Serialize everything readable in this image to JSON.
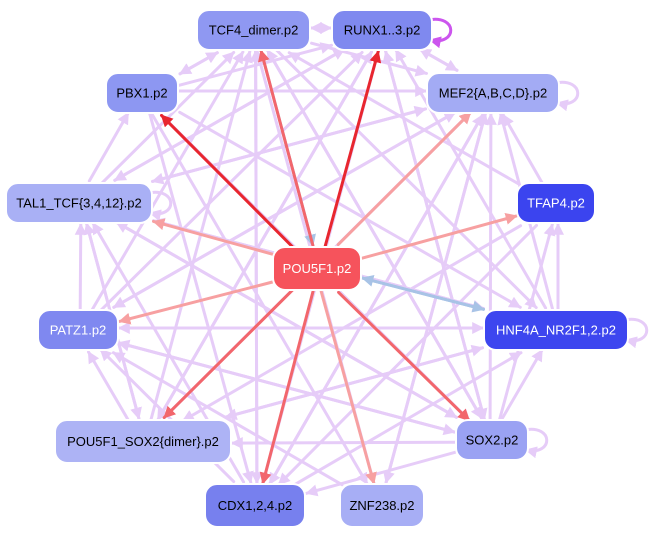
{
  "graph": {
    "nodes": [
      {
        "id": "tcf4",
        "label": "TCF4_dimer.p2",
        "fill": "#8f98f2",
        "text": "#000000"
      },
      {
        "id": "runx",
        "label": "RUNX1..3.p2",
        "fill": "#7f89ef",
        "text": "#000000"
      },
      {
        "id": "pbx1",
        "label": "PBX1.p2",
        "fill": "#8d97f2",
        "text": "#000000"
      },
      {
        "id": "mef2",
        "label": "MEF2{A,B,C,D}.p2",
        "fill": "#a3abf4",
        "text": "#000000"
      },
      {
        "id": "tal1",
        "label": "TAL1_TCF{3,4,12}.p2",
        "fill": "#a9b0f5",
        "text": "#000000"
      },
      {
        "id": "tfap4",
        "label": "TFAP4.p2",
        "fill": "#3b44ef",
        "text": "#ffffff"
      },
      {
        "id": "pou5f1",
        "label": "POU5F1.p2",
        "fill": "#f6535c",
        "text": "#ffffff"
      },
      {
        "id": "patz1",
        "label": "PATZ1.p2",
        "fill": "#7f88f0",
        "text": "#ffffff"
      },
      {
        "id": "hnf4a",
        "label": "HNF4A_NR2F1,2.p2",
        "fill": "#3d46ef",
        "text": "#ffffff"
      },
      {
        "id": "pou5f1sox2",
        "label": "POU5F1_SOX2{dimer}.p2",
        "fill": "#adb3f5",
        "text": "#000000"
      },
      {
        "id": "sox2",
        "label": "SOX2.p2",
        "fill": "#9aa2f3",
        "text": "#000000"
      },
      {
        "id": "cdx",
        "label": "CDX1,2,4.p2",
        "fill": "#7780ee",
        "text": "#000000"
      },
      {
        "id": "znf238",
        "label": "ZNF238.p2",
        "fill": "#a7aef5",
        "text": "#000000"
      }
    ],
    "edges": [
      {
        "from": "pou5f1",
        "to": "pbx1",
        "type": "strong-red"
      },
      {
        "from": "pou5f1",
        "to": "runx",
        "type": "strong-red"
      },
      {
        "from": "pou5f1",
        "to": "tcf4",
        "type": "red"
      },
      {
        "from": "pou5f1",
        "to": "mef2",
        "type": "salmon"
      },
      {
        "from": "pou5f1",
        "to": "tfap4",
        "type": "salmon"
      },
      {
        "from": "pou5f1",
        "to": "tal1",
        "type": "salmon"
      },
      {
        "from": "pou5f1",
        "to": "patz1",
        "type": "salmon"
      },
      {
        "from": "pou5f1",
        "to": "pou5f1sox2",
        "type": "red"
      },
      {
        "from": "pou5f1",
        "to": "cdx",
        "type": "red"
      },
      {
        "from": "pou5f1",
        "to": "znf238",
        "type": "salmon"
      },
      {
        "from": "pou5f1",
        "to": "sox2",
        "type": "red"
      },
      {
        "from": "pou5f1",
        "to": "hnf4a",
        "type": "blue"
      },
      {
        "from": "hnf4a",
        "to": "pou5f1",
        "type": "blue"
      },
      {
        "from": "tcf4",
        "to": "pou5f1",
        "type": "blue"
      },
      {
        "from": "runx",
        "to": "runx",
        "type": "self-purple"
      },
      {
        "from": "mef2",
        "to": "mef2",
        "type": "self"
      },
      {
        "from": "tal1",
        "to": "tal1",
        "type": "self"
      },
      {
        "from": "hnf4a",
        "to": "hnf4a",
        "type": "self"
      },
      {
        "from": "sox2",
        "to": "sox2",
        "type": "self"
      },
      {
        "from": "tcf4",
        "to": "runx",
        "type": "lavender"
      },
      {
        "from": "runx",
        "to": "tcf4",
        "type": "lavender"
      },
      {
        "from": "runx",
        "to": "mef2",
        "type": "lavender"
      },
      {
        "from": "mef2",
        "to": "runx",
        "type": "lavender"
      },
      {
        "from": "pbx1",
        "to": "tcf4",
        "type": "lavender"
      },
      {
        "from": "tcf4",
        "to": "pbx1",
        "type": "lavender"
      },
      {
        "from": "pbx1",
        "to": "runx",
        "type": "lavender"
      },
      {
        "from": "pbx1",
        "to": "mef2",
        "type": "lavender"
      },
      {
        "from": "tcf4",
        "to": "mef2",
        "type": "lavender"
      },
      {
        "from": "tal1",
        "to": "pbx1",
        "type": "lavender"
      },
      {
        "from": "tal1",
        "to": "tcf4",
        "type": "lavender"
      },
      {
        "from": "tal1",
        "to": "runx",
        "type": "lavender"
      },
      {
        "from": "tal1",
        "to": "mef2",
        "type": "lavender"
      },
      {
        "from": "patz1",
        "to": "tal1",
        "type": "lavender"
      },
      {
        "from": "patz1",
        "to": "tcf4",
        "type": "lavender"
      },
      {
        "from": "patz1",
        "to": "runx",
        "type": "lavender"
      },
      {
        "from": "patz1",
        "to": "mef2",
        "type": "lavender"
      },
      {
        "from": "tfap4",
        "to": "mef2",
        "type": "lavender"
      },
      {
        "from": "tfap4",
        "to": "tcf4",
        "type": "lavender"
      },
      {
        "from": "hnf4a",
        "to": "mef2",
        "type": "lavender"
      },
      {
        "from": "hnf4a",
        "to": "tfap4",
        "type": "lavender"
      },
      {
        "from": "hnf4a",
        "to": "patz1",
        "type": "lavender"
      },
      {
        "from": "hnf4a",
        "to": "runx",
        "type": "lavender"
      },
      {
        "from": "hnf4a",
        "to": "tal1",
        "type": "lavender"
      },
      {
        "from": "hnf4a",
        "to": "pou5f1sox2",
        "type": "lavender"
      },
      {
        "from": "pbx1",
        "to": "hnf4a",
        "type": "lavender"
      },
      {
        "from": "pbx1",
        "to": "sox2",
        "type": "lavender"
      },
      {
        "from": "sox2",
        "to": "hnf4a",
        "type": "lavender"
      },
      {
        "from": "sox2",
        "to": "tfap4",
        "type": "lavender"
      },
      {
        "from": "sox2",
        "to": "mef2",
        "type": "lavender"
      },
      {
        "from": "sox2",
        "to": "runx",
        "type": "lavender"
      },
      {
        "from": "sox2",
        "to": "tcf4",
        "type": "lavender"
      },
      {
        "from": "sox2",
        "to": "pbx1",
        "type": "lavender"
      },
      {
        "from": "sox2",
        "to": "tal1",
        "type": "lavender"
      },
      {
        "from": "sox2",
        "to": "patz1",
        "type": "lavender"
      },
      {
        "from": "sox2",
        "to": "pou5f1sox2",
        "type": "lavender"
      },
      {
        "from": "sox2",
        "to": "cdx",
        "type": "lavender"
      },
      {
        "from": "pou5f1sox2",
        "to": "tcf4",
        "type": "lavender"
      },
      {
        "from": "pou5f1sox2",
        "to": "runx",
        "type": "lavender"
      },
      {
        "from": "pou5f1sox2",
        "to": "mef2",
        "type": "lavender"
      },
      {
        "from": "pou5f1sox2",
        "to": "tal1",
        "type": "lavender"
      },
      {
        "from": "pou5f1sox2",
        "to": "hnf4a",
        "type": "lavender"
      },
      {
        "from": "pou5f1sox2",
        "to": "patz1",
        "type": "lavender"
      },
      {
        "from": "cdx",
        "to": "tcf4",
        "type": "lavender"
      },
      {
        "from": "cdx",
        "to": "runx",
        "type": "lavender"
      },
      {
        "from": "cdx",
        "to": "mef2",
        "type": "lavender"
      },
      {
        "from": "cdx",
        "to": "tal1",
        "type": "lavender"
      },
      {
        "from": "cdx",
        "to": "hnf4a",
        "type": "lavender"
      },
      {
        "from": "cdx",
        "to": "patz1",
        "type": "lavender"
      },
      {
        "from": "znf238",
        "to": "mef2",
        "type": "lavender"
      },
      {
        "from": "znf238",
        "to": "tcf4",
        "type": "lavender"
      },
      {
        "from": "znf238",
        "to": "patz1",
        "type": "lavender"
      },
      {
        "from": "mef2",
        "to": "pou5f1sox2",
        "type": "lavender"
      },
      {
        "from": "mef2",
        "to": "cdx",
        "type": "lavender"
      },
      {
        "from": "mef2",
        "to": "znf238",
        "type": "lavender"
      },
      {
        "from": "mef2",
        "to": "tal1",
        "type": "lavender"
      },
      {
        "from": "mef2",
        "to": "patz1",
        "type": "lavender"
      },
      {
        "from": "runx",
        "to": "pou5f1sox2",
        "type": "lavender"
      },
      {
        "from": "runx",
        "to": "sox2",
        "type": "lavender"
      },
      {
        "from": "runx",
        "to": "tal1",
        "type": "lavender"
      },
      {
        "from": "tcf4",
        "to": "sox2",
        "type": "lavender"
      },
      {
        "from": "tcf4",
        "to": "cdx",
        "type": "lavender"
      },
      {
        "from": "tcf4",
        "to": "hnf4a",
        "type": "lavender"
      },
      {
        "from": "tal1",
        "to": "hnf4a",
        "type": "lavender"
      },
      {
        "from": "tal1",
        "to": "sox2",
        "type": "lavender"
      },
      {
        "from": "tal1",
        "to": "pou5f1sox2",
        "type": "lavender"
      },
      {
        "from": "patz1",
        "to": "hnf4a",
        "type": "lavender"
      },
      {
        "from": "patz1",
        "to": "sox2",
        "type": "lavender"
      },
      {
        "from": "pbx1",
        "to": "znf238",
        "type": "lavender"
      },
      {
        "from": "pbx1",
        "to": "cdx",
        "type": "lavender"
      },
      {
        "from": "tfap4",
        "to": "pou5f1sox2",
        "type": "lavender"
      },
      {
        "from": "tfap4",
        "to": "cdx",
        "type": "lavender"
      }
    ],
    "edge_styles": {
      "strong-red": {
        "color": "#e8262f",
        "width": 3
      },
      "red": {
        "color": "#f2666c",
        "width": 3
      },
      "salmon": {
        "color": "#f7a0a1",
        "width": 3
      },
      "blue": {
        "color": "#a8c3e6",
        "width": 3
      },
      "lavender": {
        "color": "#e6ccf8",
        "width": 3
      },
      "self": {
        "color": "#e6ccf8",
        "width": 3
      },
      "self-purple": {
        "color": "#cc55ee",
        "width": 3
      }
    }
  }
}
